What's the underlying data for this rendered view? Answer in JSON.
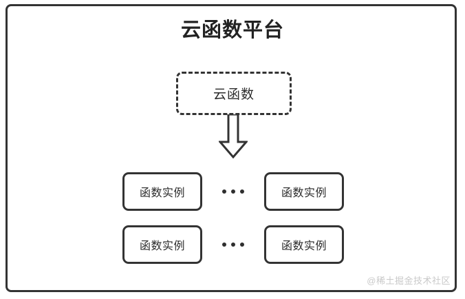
{
  "diagram": {
    "title": "云函数平台",
    "frame": {
      "name": "platform-boundary",
      "border_color": "#333333",
      "background": "#ffffff"
    },
    "cloud_function": {
      "label": "云函数",
      "border_style": "dashed",
      "border_color": "#333333"
    },
    "arrow": {
      "icon": "down-block-arrow-icon",
      "direction": "down",
      "fill": "#ffffff",
      "stroke": "#333333"
    },
    "instance_rows": [
      {
        "left": {
          "label": "函数实例"
        },
        "separator": {
          "icon": "ellipsis-icon",
          "dots": 3
        },
        "right": {
          "label": "函数实例"
        }
      },
      {
        "left": {
          "label": "函数实例"
        },
        "separator": {
          "icon": "ellipsis-icon",
          "dots": 3
        },
        "right": {
          "label": "函数实例"
        }
      }
    ],
    "watermark": "@稀土掘金技术社区",
    "colors": {
      "stroke": "#333333",
      "text": "#2b2b2b",
      "watermark": "#c9c9c9",
      "background": "#ffffff"
    }
  }
}
